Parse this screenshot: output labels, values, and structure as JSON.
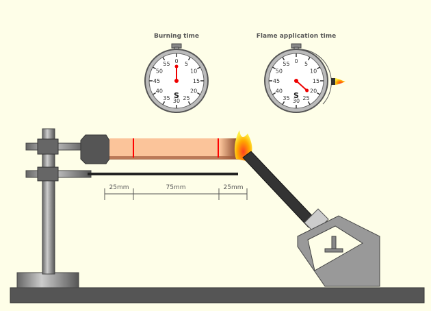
{
  "watches": {
    "burning": {
      "title": "Burning time",
      "unit": "S",
      "seconds": 0
    },
    "flame": {
      "title": "Flame application time",
      "unit": "S",
      "seconds": 22
    }
  },
  "dial_labels": [
    "0",
    "5",
    "10",
    "15",
    "20",
    "25",
    "30",
    "35",
    "40",
    "45",
    "50",
    "55"
  ],
  "dimensions": {
    "left": "25mm",
    "middle": "75mm",
    "right": "25mm"
  },
  "colors": {
    "background": "#fefee8",
    "specimen": "#fbc49a",
    "mark": "#ff0000",
    "hand": "#ee0000"
  }
}
